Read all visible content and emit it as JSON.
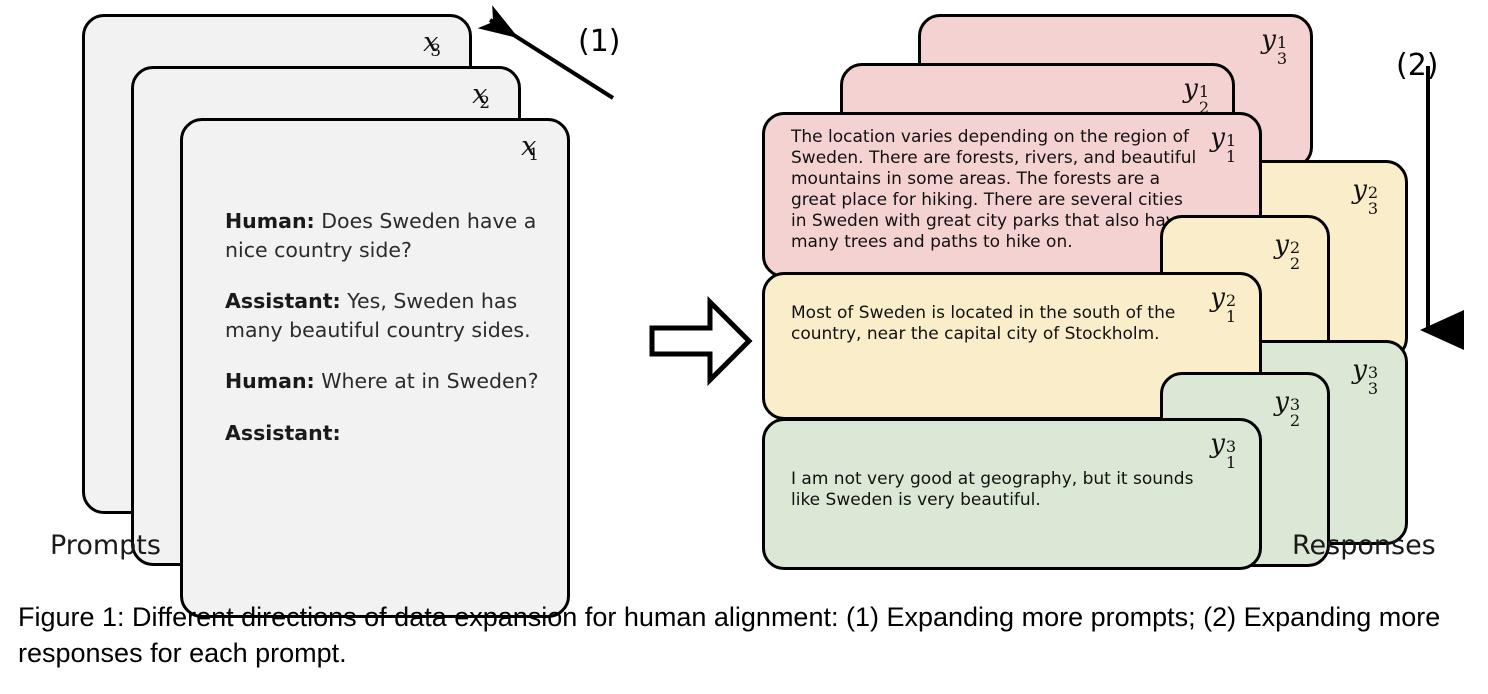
{
  "figure": {
    "caption": "Figure 1: Different directions of data expansion for human alignment: (1) Expanding more prompts; (2) Expanding more responses for each prompt."
  },
  "prompts": {
    "group_label": "Prompts",
    "cards": [
      {
        "id": "x3",
        "label_base": "x",
        "label_sub": "3"
      },
      {
        "id": "x2",
        "label_base": "x",
        "label_sub": "2"
      },
      {
        "id": "x1",
        "label_base": "x",
        "label_sub": "1"
      }
    ],
    "conversation": [
      {
        "speaker": "Human:",
        "text": " Does Sweden have a nice country side?"
      },
      {
        "speaker": "Assistant:",
        "text": " Yes, Sweden has many beautiful country sides."
      },
      {
        "speaker": "Human:",
        "text": " Where at in Sweden?"
      },
      {
        "speaker": "Assistant:",
        "text": ""
      }
    ]
  },
  "responses": {
    "group_label": "Responses",
    "colors": {
      "pink": "#f5d2d2",
      "yellow": "#faeeca",
      "green": "#dce8d6",
      "prompt_gray": "#f2f2f2",
      "outline": "#000000"
    },
    "cards": [
      {
        "id": "y3_1",
        "base": "y",
        "sup": "1",
        "sub": "3",
        "color": "pink",
        "text": ""
      },
      {
        "id": "y2_1",
        "base": "y",
        "sup": "1",
        "sub": "2",
        "color": "pink",
        "text": ""
      },
      {
        "id": "y1_1",
        "base": "y",
        "sup": "1",
        "sub": "1",
        "color": "pink",
        "text": "The location varies depending on the region of Sweden. There are forests, rivers, and beautiful mountains in some areas. The forests are a great place for hiking. There are several cities in Sweden with great city parks that also have many trees and paths to hike on."
      },
      {
        "id": "y3_2",
        "base": "y",
        "sup": "2",
        "sub": "3",
        "color": "yellow",
        "text": ""
      },
      {
        "id": "y2_2",
        "base": "y",
        "sup": "2",
        "sub": "2",
        "color": "yellow",
        "text": ""
      },
      {
        "id": "y1_2",
        "base": "y",
        "sup": "2",
        "sub": "1",
        "color": "yellow",
        "text": "Most of Sweden is located in the south of the country, near the capital city of Stockholm."
      },
      {
        "id": "y3_3",
        "base": "y",
        "sup": "3",
        "sub": "3",
        "color": "green",
        "text": ""
      },
      {
        "id": "y2_3",
        "base": "y",
        "sup": "3",
        "sub": "2",
        "color": "green",
        "text": ""
      },
      {
        "id": "y1_3",
        "base": "y",
        "sup": "3",
        "sub": "1",
        "color": "green",
        "text": "I am not very good at geography, but it sounds like Sweden is very beautiful."
      }
    ]
  },
  "annotations": {
    "arrow1_label": "(1)",
    "arrow2_label": "(2)"
  }
}
